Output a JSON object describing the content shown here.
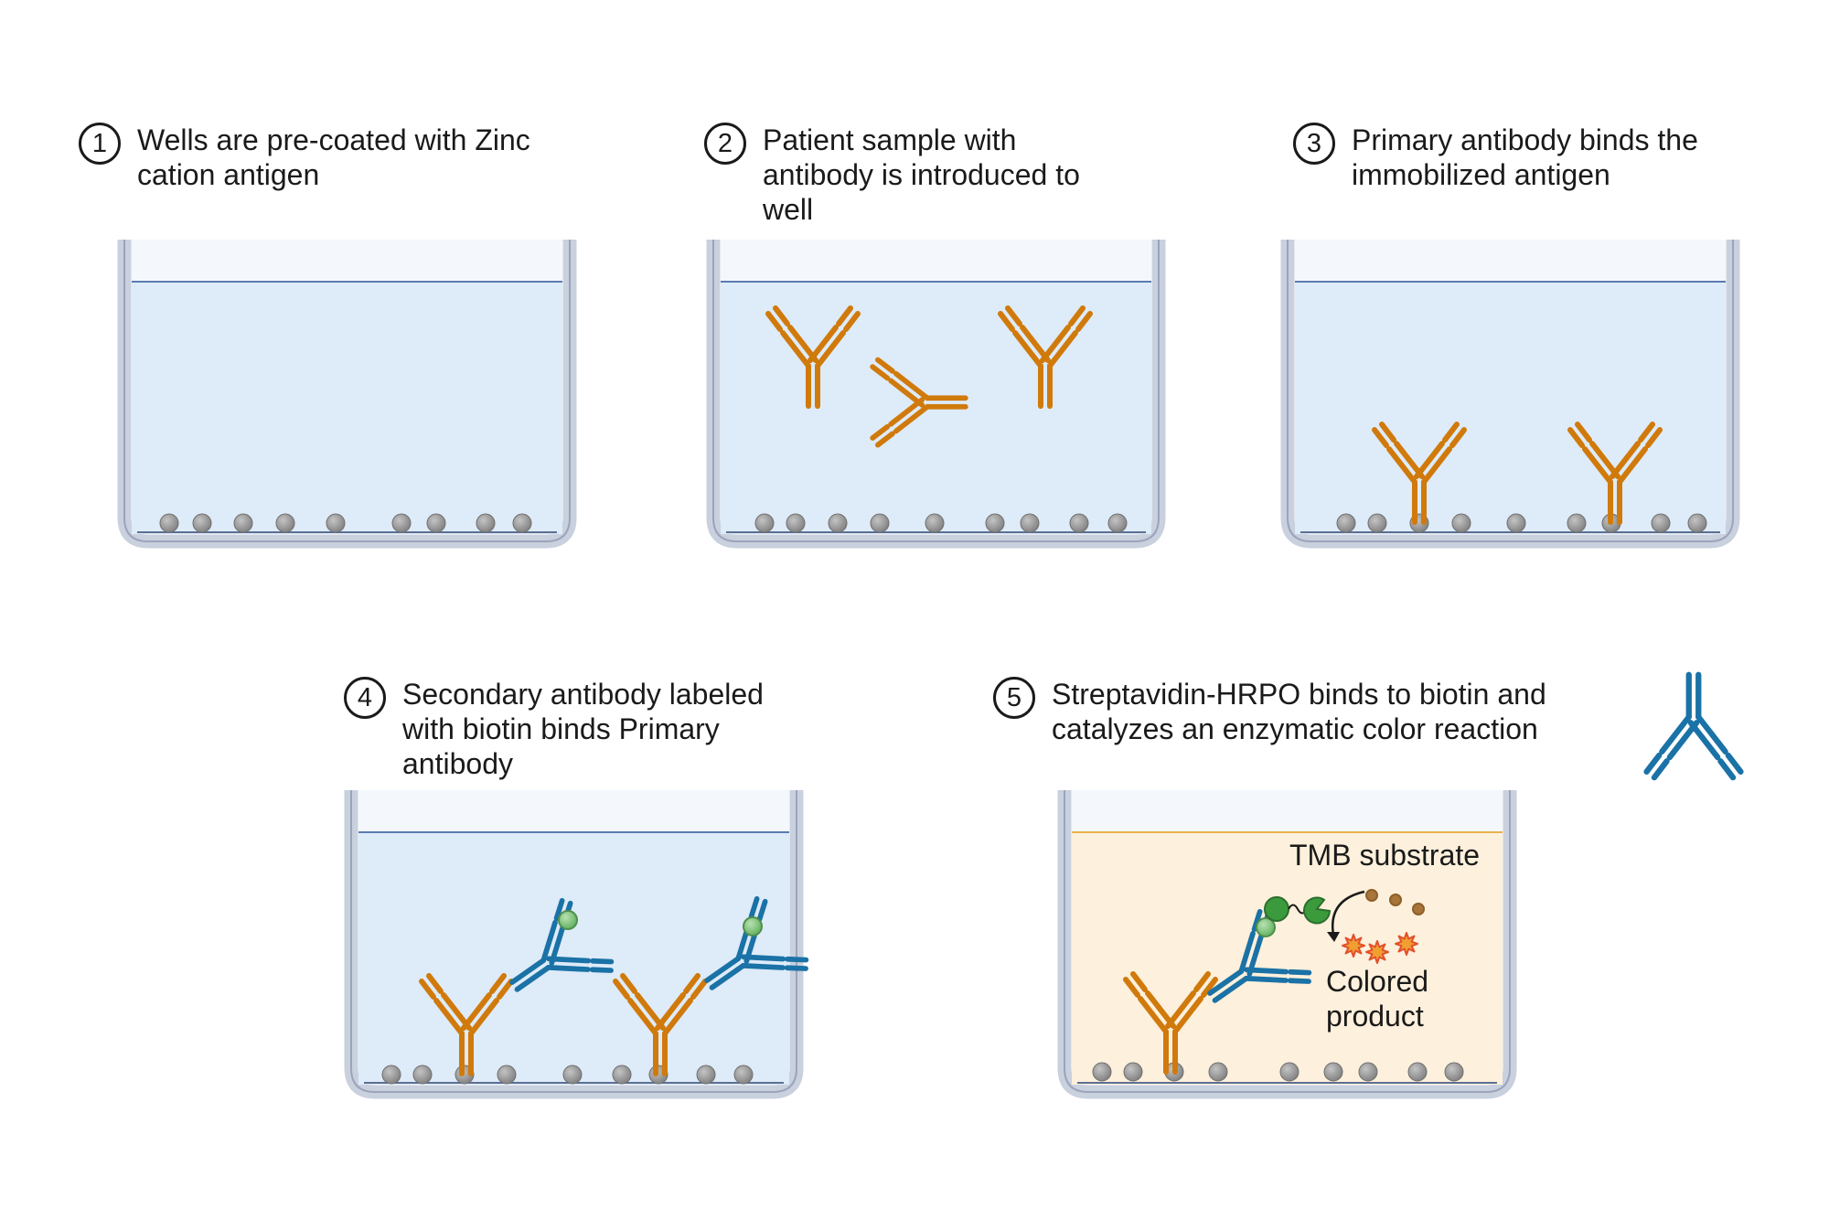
{
  "steps": [
    {
      "number": "1",
      "text": "Wells are pre-coated with Zinc cation antigen"
    },
    {
      "number": "2",
      "text": "Patient sample with antibody is introduced to well"
    },
    {
      "number": "3",
      "text": "Primary antibody binds the immobilized antigen"
    },
    {
      "number": "4",
      "text": "Secondary antibody labeled with biotin binds Primary antibody"
    },
    {
      "number": "5",
      "text": "Streptavidin-HRPO binds to biotin and catalyzes an enzymatic color reaction"
    }
  ],
  "well5_labels": {
    "substrate": "TMB substrate",
    "product_line1": "Colored",
    "product_line2": "product"
  },
  "colors": {
    "primary_antibody": "#d07a0c",
    "secondary_antibody": "#1a72a6",
    "biotin": "#7cc27a",
    "streptavidin_hrpo": "#3a9a3c",
    "antigen_bead": "#8c8c8c",
    "well_wall": "#c9d0de",
    "well_liquid": "#deebf8",
    "substrate_liquid": "#fdf0dc",
    "substrate_dots": "#a8753a",
    "product_star": "#f0a030"
  },
  "icons": [
    "antigen-bead-icon",
    "primary-antibody-icon",
    "secondary-antibody-icon",
    "biotin-icon",
    "streptavidin-hrpo-icon",
    "product-star-icon",
    "reaction-arrow-icon"
  ]
}
